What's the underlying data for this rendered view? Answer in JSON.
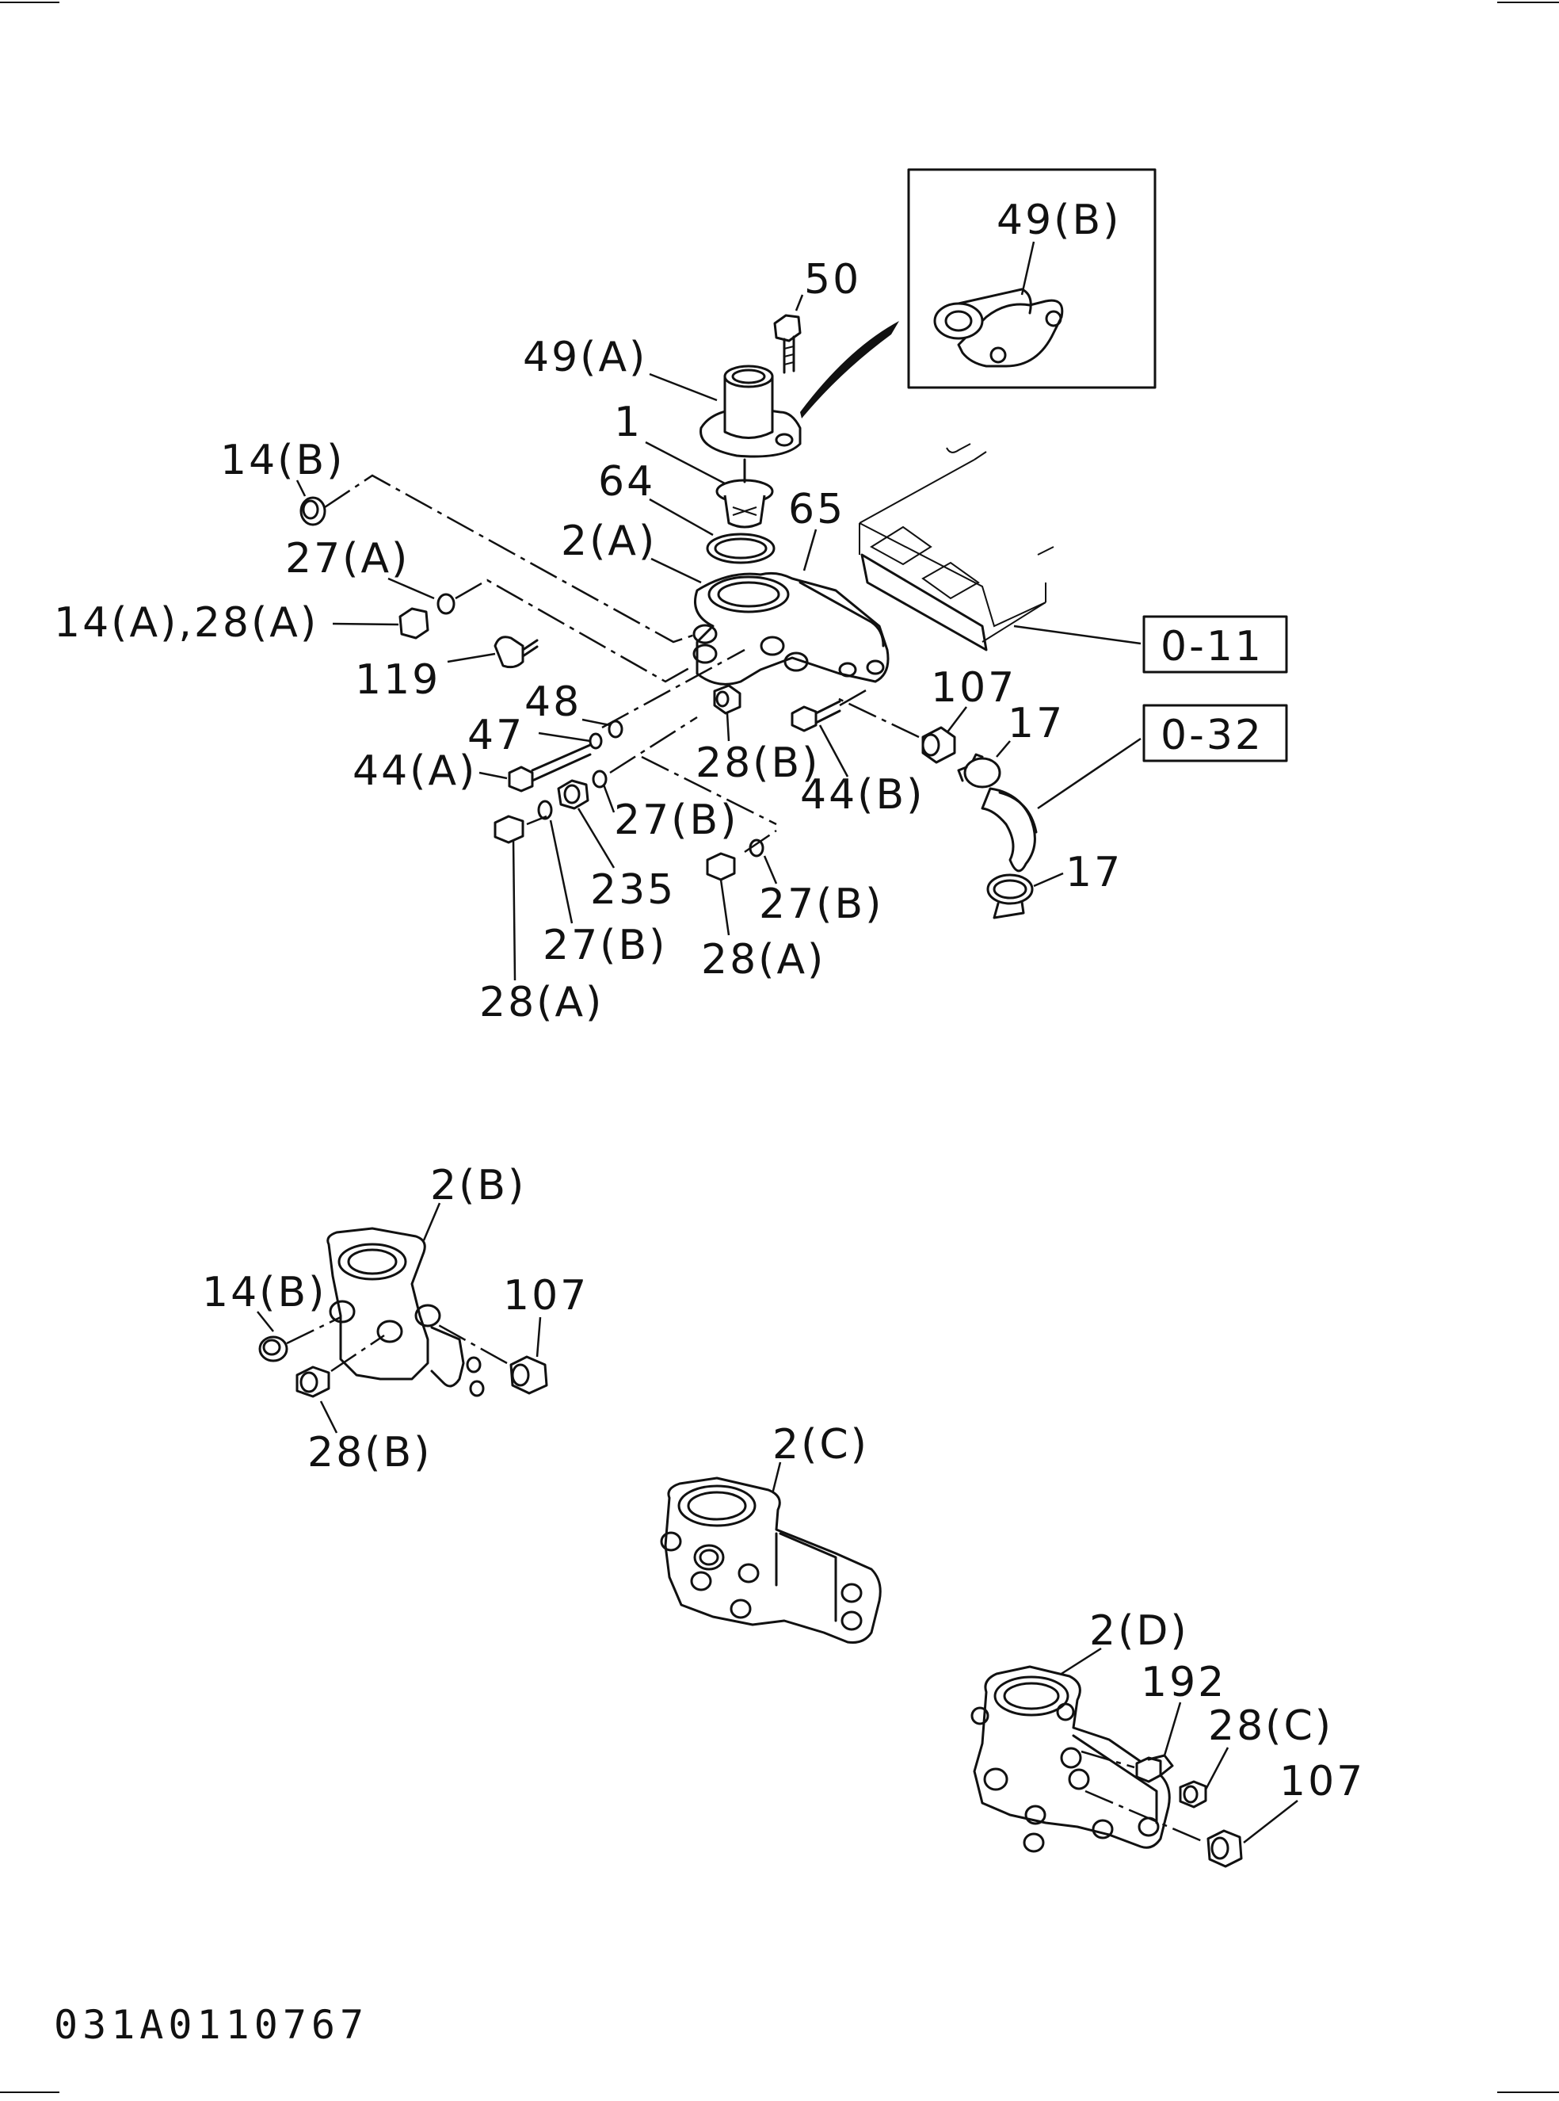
{
  "diagram": {
    "drawing_code": "031A0110767",
    "reference_boxes": [
      {
        "id": "ref-0-11",
        "label": "0-11"
      },
      {
        "id": "ref-0-32",
        "label": "0-32"
      }
    ],
    "callouts": {
      "c_49b": "49(B)",
      "c_50": "50",
      "c_49a": "49(A)",
      "c_1": "1",
      "c_14b_top": "14(B)",
      "c_64": "64",
      "c_65": "65",
      "c_2a": "2(A)",
      "c_27a": "27(A)",
      "c_14a_28a": "14(A),28(A)",
      "c_119": "119",
      "c_107_top": "107",
      "c_48": "48",
      "c_17_top": "17",
      "c_47": "47",
      "c_28b_mid": "28(B)",
      "c_44a": "44(A)",
      "c_44b": "44(B)",
      "c_27b_a": "27(B)",
      "c_235": "235",
      "c_27b_b": "27(B)",
      "c_17_bot": "17",
      "c_27b_c": "27(B)",
      "c_28a_a": "28(A)",
      "c_28a_b": "28(A)",
      "c_2b": "2(B)",
      "c_14b_mid": "14(B)",
      "c_107_mid": "107",
      "c_28b_bot": "28(B)",
      "c_2c": "2(C)",
      "c_2d": "2(D)",
      "c_192": "192",
      "c_28c": "28(C)",
      "c_107_bot": "107"
    }
  }
}
